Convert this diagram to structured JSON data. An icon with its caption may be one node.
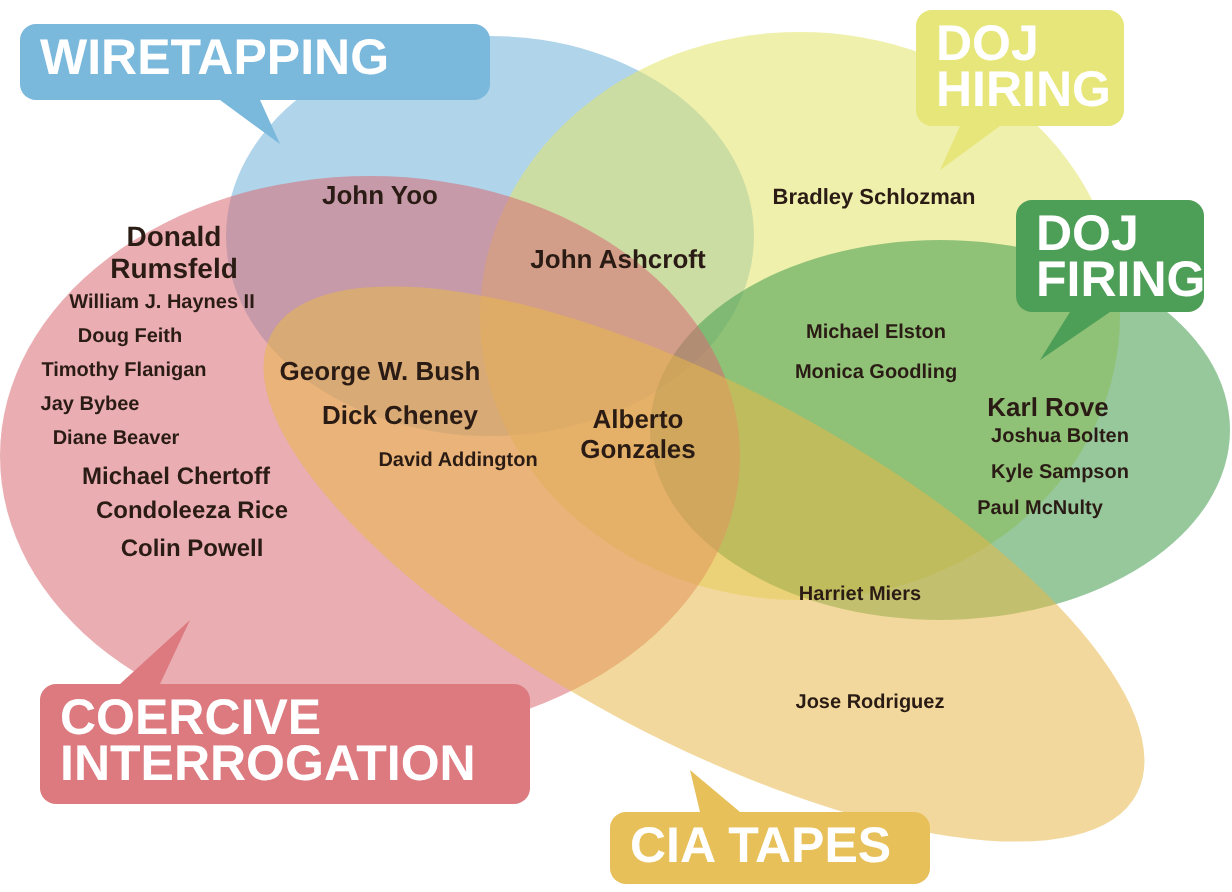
{
  "diagram": {
    "nodes": [
      {
        "text": [
          "WIRETAPPING"
        ]
      },
      {
        "text": [
          "DOJ HIRING"
        ]
      },
      {
        "text": [
          "DOJ FIRING"
        ]
      },
      {
        "text": [
          "COERCIVE INTERROGATION"
        ]
      },
      {
        "text": [
          "CIA TAPES"
        ]
      }
    ],
    "labels": [
      "John Yoo",
      "Bradley Schlozman",
      "Donald Rumsfeld",
      "John Ashcroft",
      "William J. Haynes II",
      "Doug Feith",
      "Timothy Flanigan",
      "Michael Elston",
      "George W. Bush",
      "Monica Goodling",
      "Jay Bybee",
      "Diane Beaver",
      "Dick Cheney",
      "Karl Rove",
      "Alberto Gonzales",
      "Joshua Bolten",
      "David Addington",
      "Michael Chertoff",
      "Kyle Sampson",
      "Condoleeza Rice",
      "Paul McNulty",
      "Colin Powell",
      "Harriet Miers",
      "Jose Rodriguez"
    ]
  }
}
